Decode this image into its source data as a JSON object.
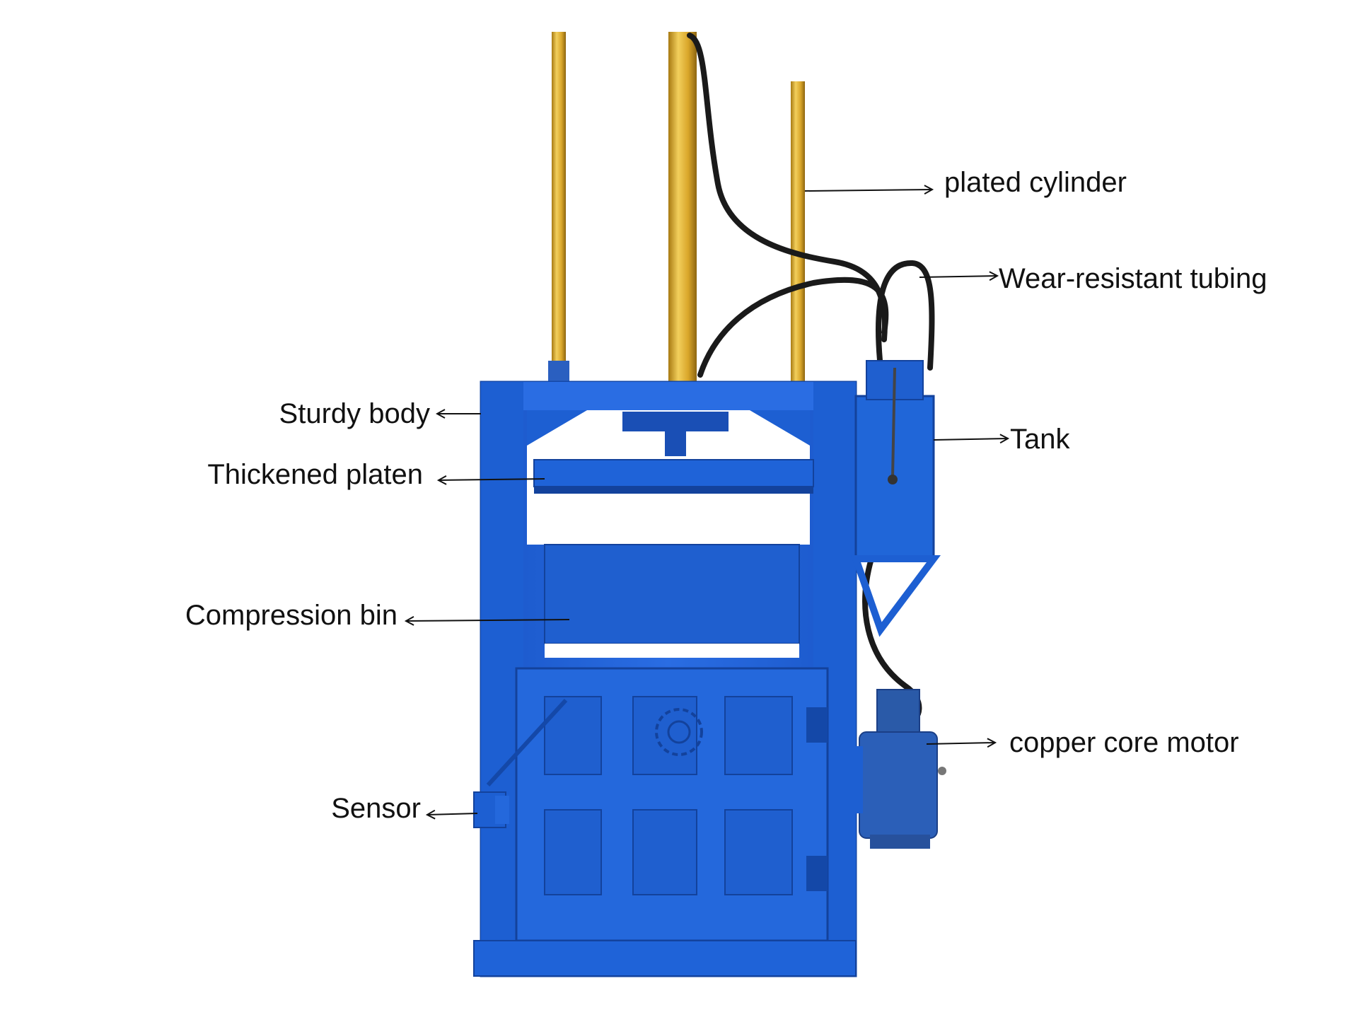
{
  "labels": {
    "plated_cylinder": "plated cylinder",
    "wear_resistant_tubing": "Wear-resistant tubing",
    "tank": "Tank",
    "copper_core_motor": "copper core motor",
    "sturdy_body": "Sturdy body",
    "thickened_platen": "Thickened platen",
    "compression_bin": "Compression bin",
    "sensor": "Sensor"
  },
  "colors": {
    "frame_blue": "#1f63d8",
    "frame_dark": "#1448a8",
    "cylinder_gold": "#d9a62a",
    "hose_black": "#1a1a1a",
    "motor_blue": "#2b5fb8",
    "arrow": "#111111"
  }
}
